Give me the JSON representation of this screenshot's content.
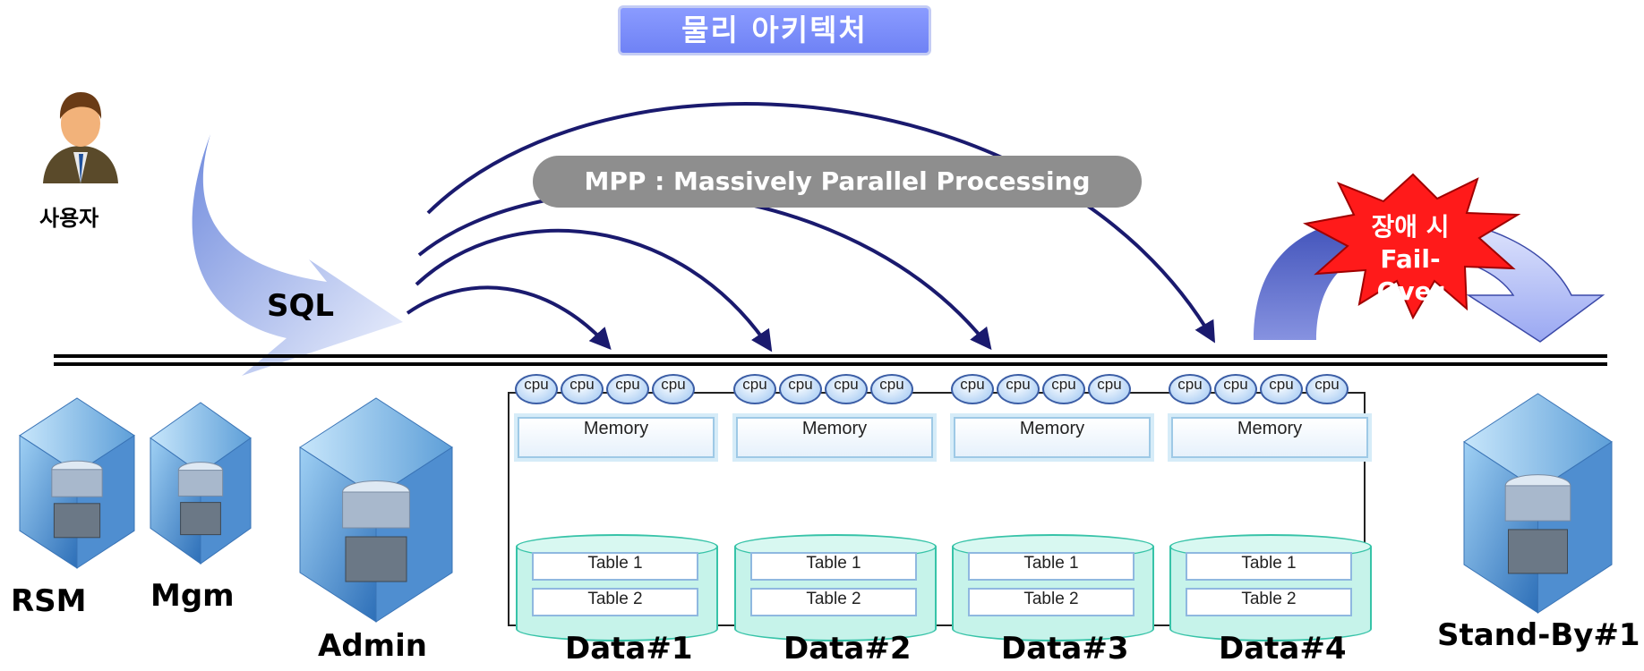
{
  "title": "물리 아키텍처",
  "mpp_label": "MPP : Massively Parallel Processing",
  "user_label": "사용자",
  "sql_label": "SQL",
  "failover": {
    "line1": "장애 시",
    "line2": "Fail-Over"
  },
  "nodes": {
    "rsm": "RSM",
    "mgm": "Mgm",
    "admin": "Admin",
    "standby": "Stand-By#1"
  },
  "data_nodes": [
    {
      "label": "Data#1",
      "memory": "Memory",
      "tables": [
        "Table 1",
        "Table 2"
      ],
      "cpus": [
        "cpu",
        "cpu",
        "cpu",
        "cpu"
      ]
    },
    {
      "label": "Data#2",
      "memory": "Memory",
      "tables": [
        "Table 1",
        "Table 2"
      ],
      "cpus": [
        "cpu",
        "cpu",
        "cpu",
        "cpu"
      ]
    },
    {
      "label": "Data#3",
      "memory": "Memory",
      "tables": [
        "Table 1",
        "Table 2"
      ],
      "cpus": [
        "cpu",
        "cpu",
        "cpu",
        "cpu"
      ]
    },
    {
      "label": "Data#4",
      "memory": "Memory",
      "tables": [
        "Table 1",
        "Table 2"
      ],
      "cpus": [
        "cpu",
        "cpu",
        "cpu",
        "cpu"
      ]
    }
  ],
  "icons": [
    "user-icon",
    "database-server-icon",
    "starburst-icon"
  ],
  "colors": {
    "title_bg": "#7b8df7",
    "mpp_bg": "#8e8e8e",
    "arrow": "#1a1a6e",
    "starburst": "#ff1a1a",
    "failover_arrow_dark": "#6672c9",
    "failover_arrow_light": "#a9b4f4",
    "sql_arrow": "#8fa6e8",
    "table_disk": "#c6f3ea"
  }
}
